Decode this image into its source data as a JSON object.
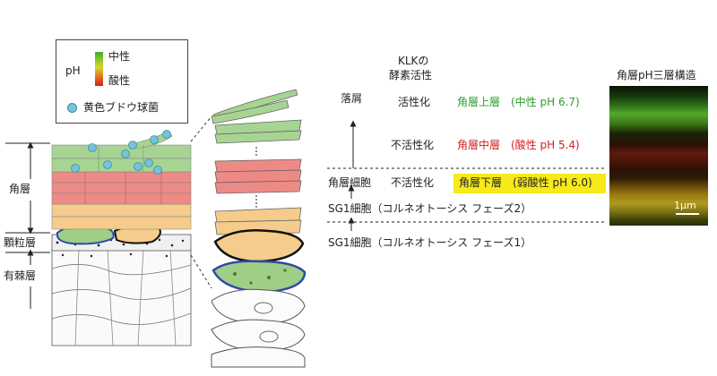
{
  "legend": {
    "ph_label": "pH",
    "neutral_label": "中性",
    "acidic_label": "酸性",
    "bacteria_label": "黄色ブドウ球菌"
  },
  "layers": {
    "stratum_corneum": "角層",
    "stratum_granulosum": "顆粒層",
    "stratum_spinosum": "有棘層"
  },
  "klk": {
    "header_line1": "KLKの",
    "header_line2": "酵素活性"
  },
  "right_panel": {
    "desquamation": "落屑",
    "corneocyte": "角層細胞",
    "sg1_phase2": "SG1細胞（コルネオトーシス フェーズ2）",
    "sg1_phase1": "SG1細胞（コルネオトーシス フェーズ1）",
    "upper": {
      "activity": "活性化",
      "label": "角層上層　(中性 pH 6.7)",
      "color": "#2e9a2e"
    },
    "middle": {
      "activity": "不活性化",
      "label": "角層中層　(酸性 pH 5.4)",
      "color": "#d42020"
    },
    "lower": {
      "activity": "不活性化",
      "label": "角層下層　(弱酸性 pH 6.0)",
      "color": "#222222",
      "highlight": "#f7e91a"
    }
  },
  "micrograph": {
    "title": "角層pH三層構造",
    "scale": "1μm"
  },
  "colors": {
    "green_layer": "#a7d492",
    "red_layer": "#ee8a86",
    "yellow_layer": "#f5cc8c",
    "sg1_blue_outline": "#2c4aa8",
    "sg1_green_fill": "#9fce86"
  }
}
